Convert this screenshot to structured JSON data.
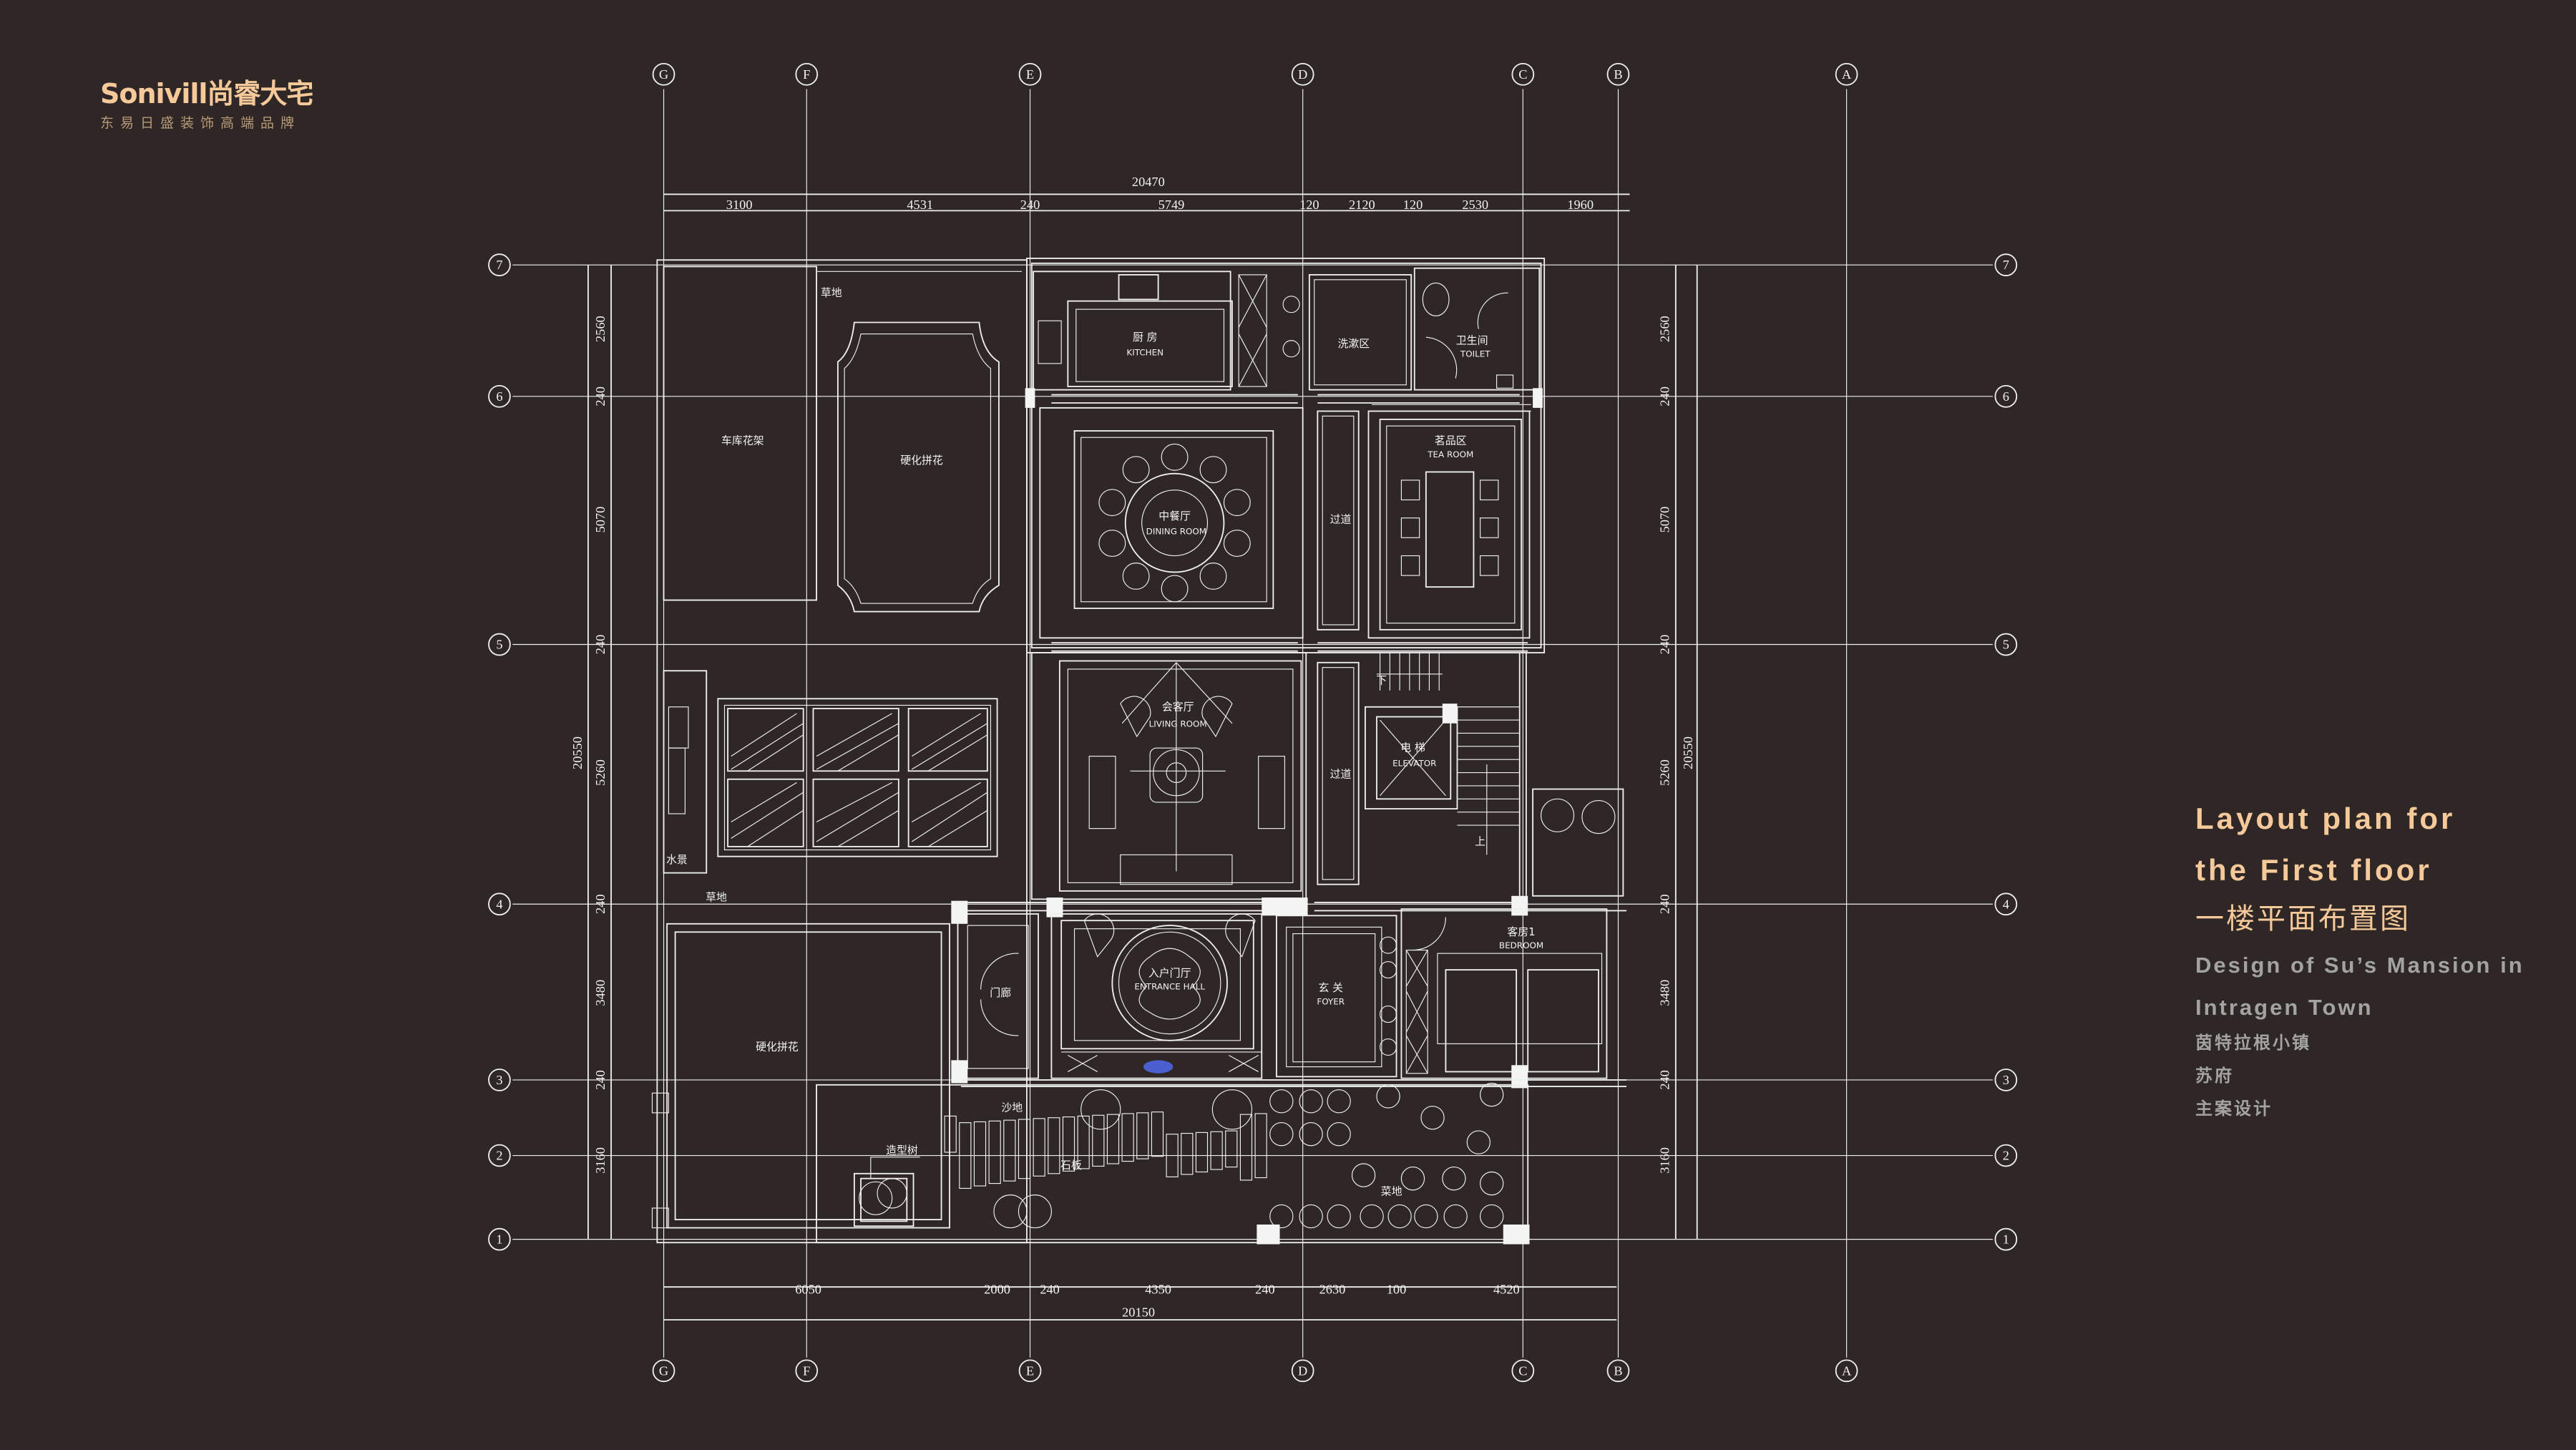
{
  "logo": {
    "brand": "Sonivill",
    "brand_cn": "尚睿大宅",
    "tagline": "东易日盛装饰高端品牌"
  },
  "title": {
    "en_line1": "Layout plan for",
    "en_line2": "the First floor",
    "cn": "一楼平面布置图",
    "subtitle_line1": "Design of Su’s Mansion in",
    "subtitle_line2": "Intragen Town",
    "town": "茵特拉根小镇",
    "project": "苏府",
    "role": "主案设计"
  },
  "axes": {
    "columns": [
      "G",
      "F",
      "E",
      "D",
      "C",
      "B",
      "A"
    ],
    "rows": [
      "7",
      "6",
      "5",
      "4",
      "3",
      "2",
      "1"
    ]
  },
  "dimensions": {
    "top_total": "20470",
    "top_segments": [
      "3100",
      "4531",
      "240",
      "5749",
      "120",
      "2120",
      "120",
      "2530",
      "1960"
    ],
    "bottom_total": "20150",
    "bottom_segments": [
      "6050",
      "2000",
      "240",
      "4350",
      "240",
      "2630",
      "100",
      "4520"
    ],
    "side_total": "20550",
    "side_segments": [
      "2560",
      "240",
      "5070",
      "240",
      "5260",
      "240",
      "3480",
      "240",
      "3160"
    ]
  },
  "rooms": {
    "kitchen": {
      "cn": "厨 房",
      "en": "KITCHEN"
    },
    "wash": {
      "cn": "洗漱区"
    },
    "toilet": {
      "cn": "卫生间",
      "en": "TOILET"
    },
    "dining": {
      "cn": "中餐厅",
      "en": "DINING ROOM"
    },
    "corridor": {
      "cn": "过道"
    },
    "tea": {
      "cn": "茗品区",
      "en": "TEA ROOM"
    },
    "living": {
      "cn": "会客厅",
      "en": "LIVING ROOM"
    },
    "elevator": {
      "cn": "电 梯",
      "en": "ELEVATOR"
    },
    "stairs": {
      "down": "下",
      "up": "上"
    },
    "bedroom": {
      "cn": "客房1",
      "en": "BEDROOM"
    },
    "entrance": {
      "cn": "入户门厅",
      "en": "ENTRANCE HALL"
    },
    "foyer": {
      "cn": "玄 关",
      "en": "FOYER"
    },
    "porch": {
      "cn": "门廊"
    }
  },
  "landscape": {
    "lawn": "草地",
    "garage_pergola": "车库花架",
    "paving": "硬化拼花",
    "water_feature": "水景",
    "sand": "沙地",
    "slab": "石板",
    "vegetable": "菜地",
    "topiary": "造型树"
  }
}
